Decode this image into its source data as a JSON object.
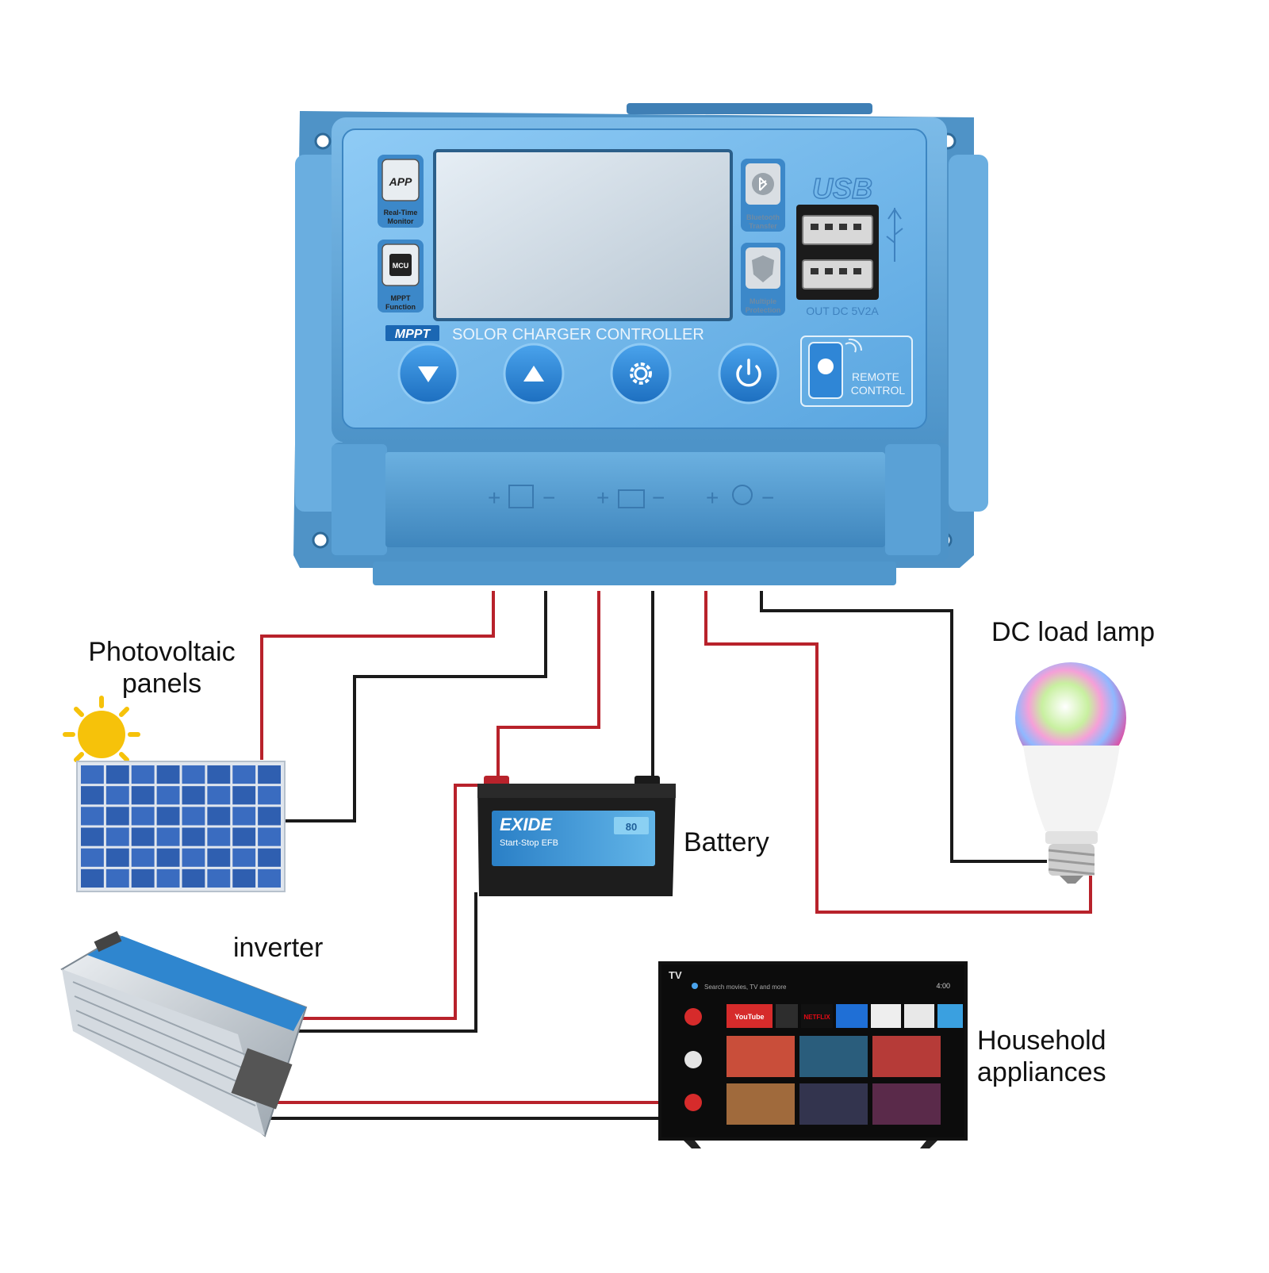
{
  "controller": {
    "title": "SOLOR CHARGER CONTROLLER",
    "mppt_badge": "MPPT",
    "app_badge": "APP",
    "app_caption_1": "Real-Time",
    "app_caption_2": "Monitor",
    "mcu_badge": "MCU",
    "mcu_caption_1": "MPPT",
    "mcu_caption_2": "Function",
    "bt_caption_1": "Bluetooth",
    "bt_caption_2": "Transfer",
    "prot_caption_1": "Multiple",
    "prot_caption_2": "Protection",
    "usb_label": "USB",
    "usb_output": "OUT DC 5V2A",
    "remote_1": "REMOTE",
    "remote_2": "CONTROL",
    "buttons": [
      "down-button",
      "up-button",
      "settings-button",
      "power-button"
    ],
    "terminal_symbols": [
      "+",
      "−",
      "+",
      "−",
      "+",
      "−"
    ]
  },
  "labels": {
    "pv_line1": "Photovoltaic",
    "pv_line2": "panels",
    "battery": "Battery",
    "inverter": "inverter",
    "lamp": "DC load lamp",
    "appliances_line1": "Household",
    "appliances_line2": "appliances"
  },
  "battery": {
    "brand": "EXIDE",
    "model": "Start-Stop EFB",
    "capacity": "80"
  },
  "tv": {
    "brand": "TV",
    "search_hint": "Search movies, TV and more",
    "time": "4:00",
    "app_labels": [
      "YouTube",
      "NETFLIX"
    ]
  },
  "colors": {
    "controller_body": "#5fa5d8",
    "controller_face": "#7dbdf0",
    "wire_positive": "#b8222b",
    "wire_negative": "#1a1a1a",
    "panel_blue": "#2f5fb0",
    "sun": "#f6c20a"
  }
}
